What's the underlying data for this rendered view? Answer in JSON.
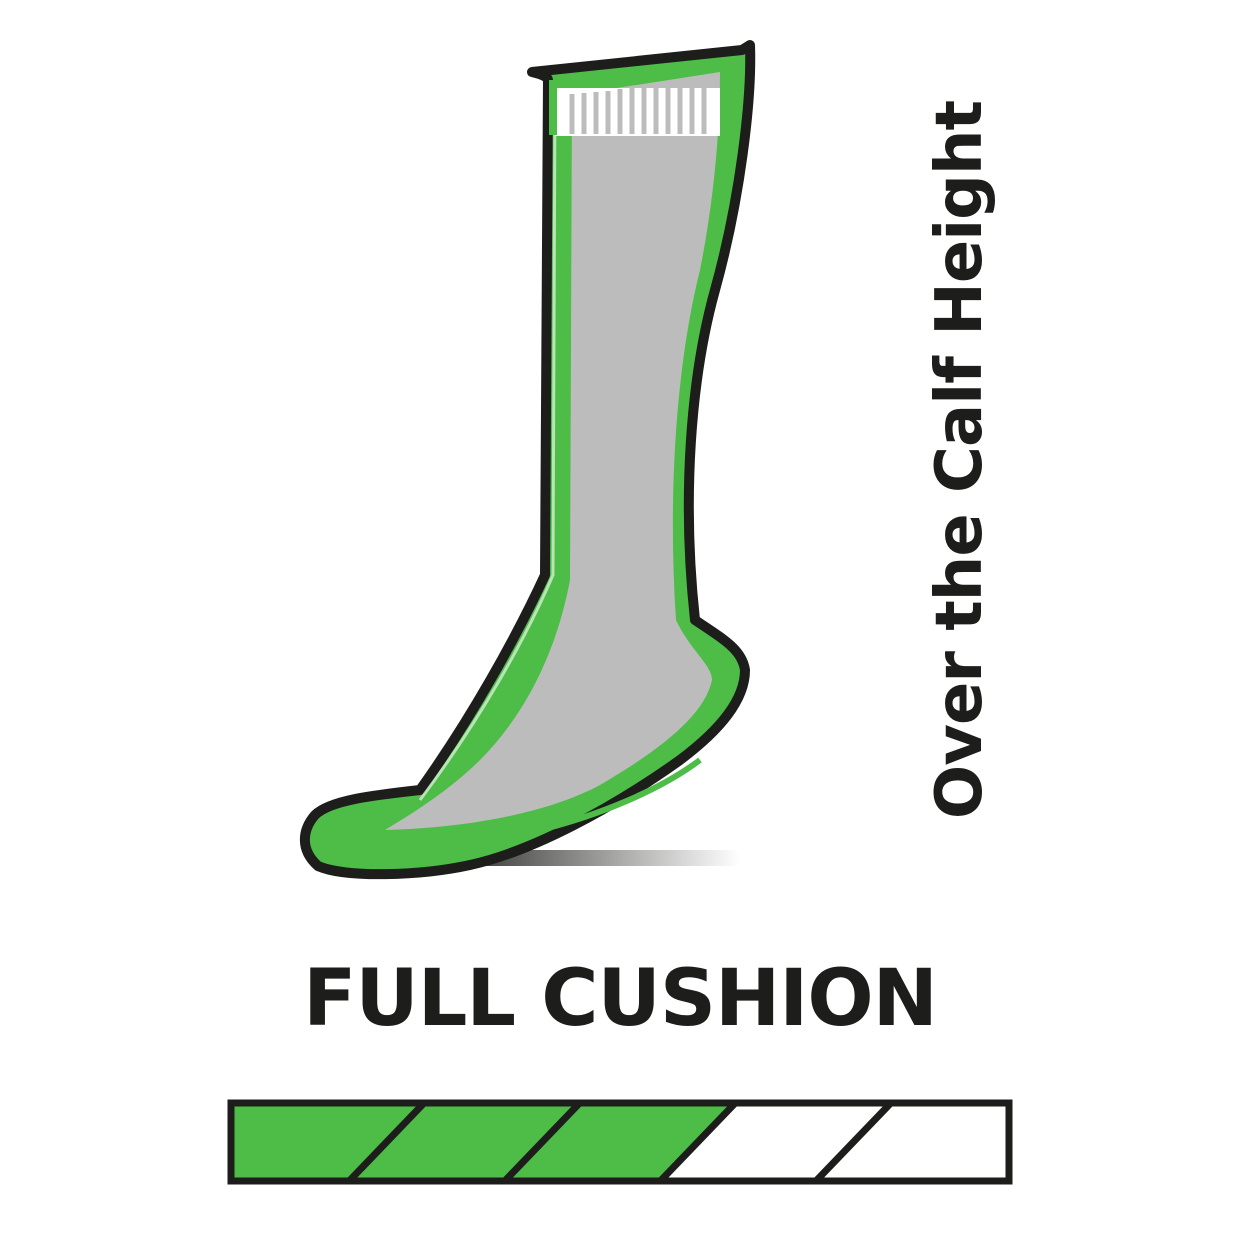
{
  "height_label": "Over the Calf Height",
  "cushion": {
    "label": "FULL CUSHION",
    "level": 0.6,
    "segments_total": 5,
    "segments_filled": 3
  },
  "colors": {
    "green": "#4dbd47",
    "gray": "#bcbcbc",
    "outline": "#1d1d1b",
    "white": "#ffffff"
  }
}
